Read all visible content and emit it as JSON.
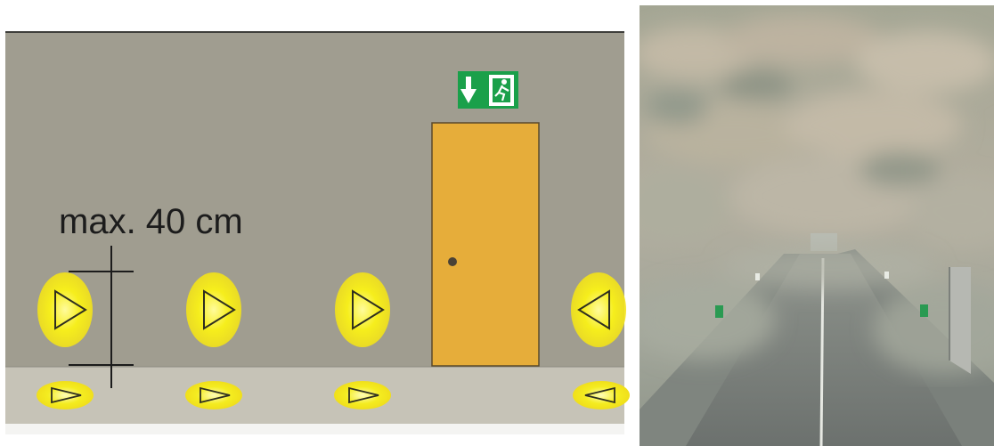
{
  "annotation": {
    "max_height_label": "max. 40 cm"
  },
  "exit_sign": {
    "icon": "exit-down-arrow-running-man-icon",
    "color": "#1aa04a"
  },
  "colors": {
    "wall": "#a09d90",
    "floor_strip": "#c6c3b7",
    "door": "#e6ad3a",
    "marker_glow": "#f6ee1c",
    "tunnel_smoke": "#9fa496"
  },
  "floor_markers": {
    "wall_row_directions": [
      "right",
      "right",
      "right",
      "left"
    ],
    "floor_row_directions": [
      "right",
      "right",
      "right",
      "left"
    ]
  },
  "photo": {
    "description_icon": "smoke-filled-tunnel-photo"
  }
}
